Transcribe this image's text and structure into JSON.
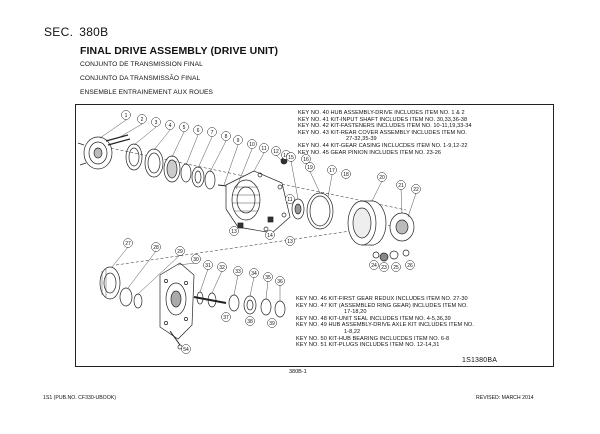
{
  "header": {
    "sec_label": "SEC.",
    "sec_number": "380B",
    "title": "FINAL DRIVE ASSEMBLY (DRIVE UNIT)",
    "subtitles": [
      "CONJUNTO DE TRANSMISSION FINAL",
      "CONJUNTO DA TRANSMISSÃO FINAL",
      "ENSEMBLE ENTRAINEMENT AUX ROUES"
    ]
  },
  "kits_top": [
    "KEY NO. 40 HUB ASSEMBLY-DRIVE INCLUDES ITEM NO. 1 & 2",
    "KEY NO. 41 KIT-INPUT SHAFT INCLUDES ITEM NO. 30,33,36-38",
    "KEY NO. 42 KIT-FASTENERS INCLUDES ITEM NO. 10-11,19,33-34",
    "KEY NO. 43 KIT-REAR COVER ASSEMBLY INCLUDES ITEM NO.",
    "27-32,35-39",
    "KEY NO. 44 KIT-GEAR CASING INCLUCDES ITEM NO. 1-9,12-22",
    "KEY NO. 45 GEAR PINION INCLUDES ITEM NO. 23-26"
  ],
  "kits_bottom": [
    "KEY NO. 46 KIT-FIRST GEAR REDUX INCLUDES ITEM NO. 27-30",
    "KEY NO. 47 KIT (ASSEMBLED RING GEAR) INCLUDES ITEM NO.",
    "17-18,20",
    "KEY NO. 48 KIT-UNIT SEAL INCLUDES ITEM NO. 4-5,36,39",
    "KEY NO. 49 HUB ASSEMBLY-DRIVE AXLE KIT INCLUDES ITEM NO.",
    "1-8,22",
    "KEY NO. 50 KIT-HUB BEARING INCLUCDES ITEM NO. 6-8",
    "KEY NO. 51 KIT-PLUGS INCLUDES ITEM NO. 12-14,31"
  ],
  "callouts": {
    "c1": "1",
    "c2": "2",
    "c3": "3",
    "c4": "4",
    "c5": "5",
    "c6": "6",
    "c7": "7",
    "c8": "8",
    "c9": "9",
    "c10": "10",
    "c11": "11",
    "c12": "12",
    "c13": "13",
    "c14": "14",
    "c15": "15",
    "c16": "16",
    "c17": "17",
    "c18": "18",
    "c19": "19",
    "c20": "20",
    "c21": "21",
    "c22": "22",
    "c23": "23",
    "c24": "24",
    "c25": "25",
    "c26": "26",
    "b27": "27",
    "b28": "28",
    "b29": "29",
    "b30": "30",
    "b31": "31",
    "b32": "32",
    "b33": "33",
    "b34": "34",
    "b35": "35",
    "b36": "36",
    "b37": "37",
    "b38": "38",
    "b39": "39",
    "b54": "54",
    "c13b": "13",
    "c13c": "13",
    "c14b": "14",
    "c11b": "11"
  },
  "figure_code": "1S1380BA",
  "page_id": "380B-1",
  "footer": {
    "left": "1S1 (PUB.NO. CF330-UBOOK)",
    "right": "REVISED: MARCH 2014"
  }
}
